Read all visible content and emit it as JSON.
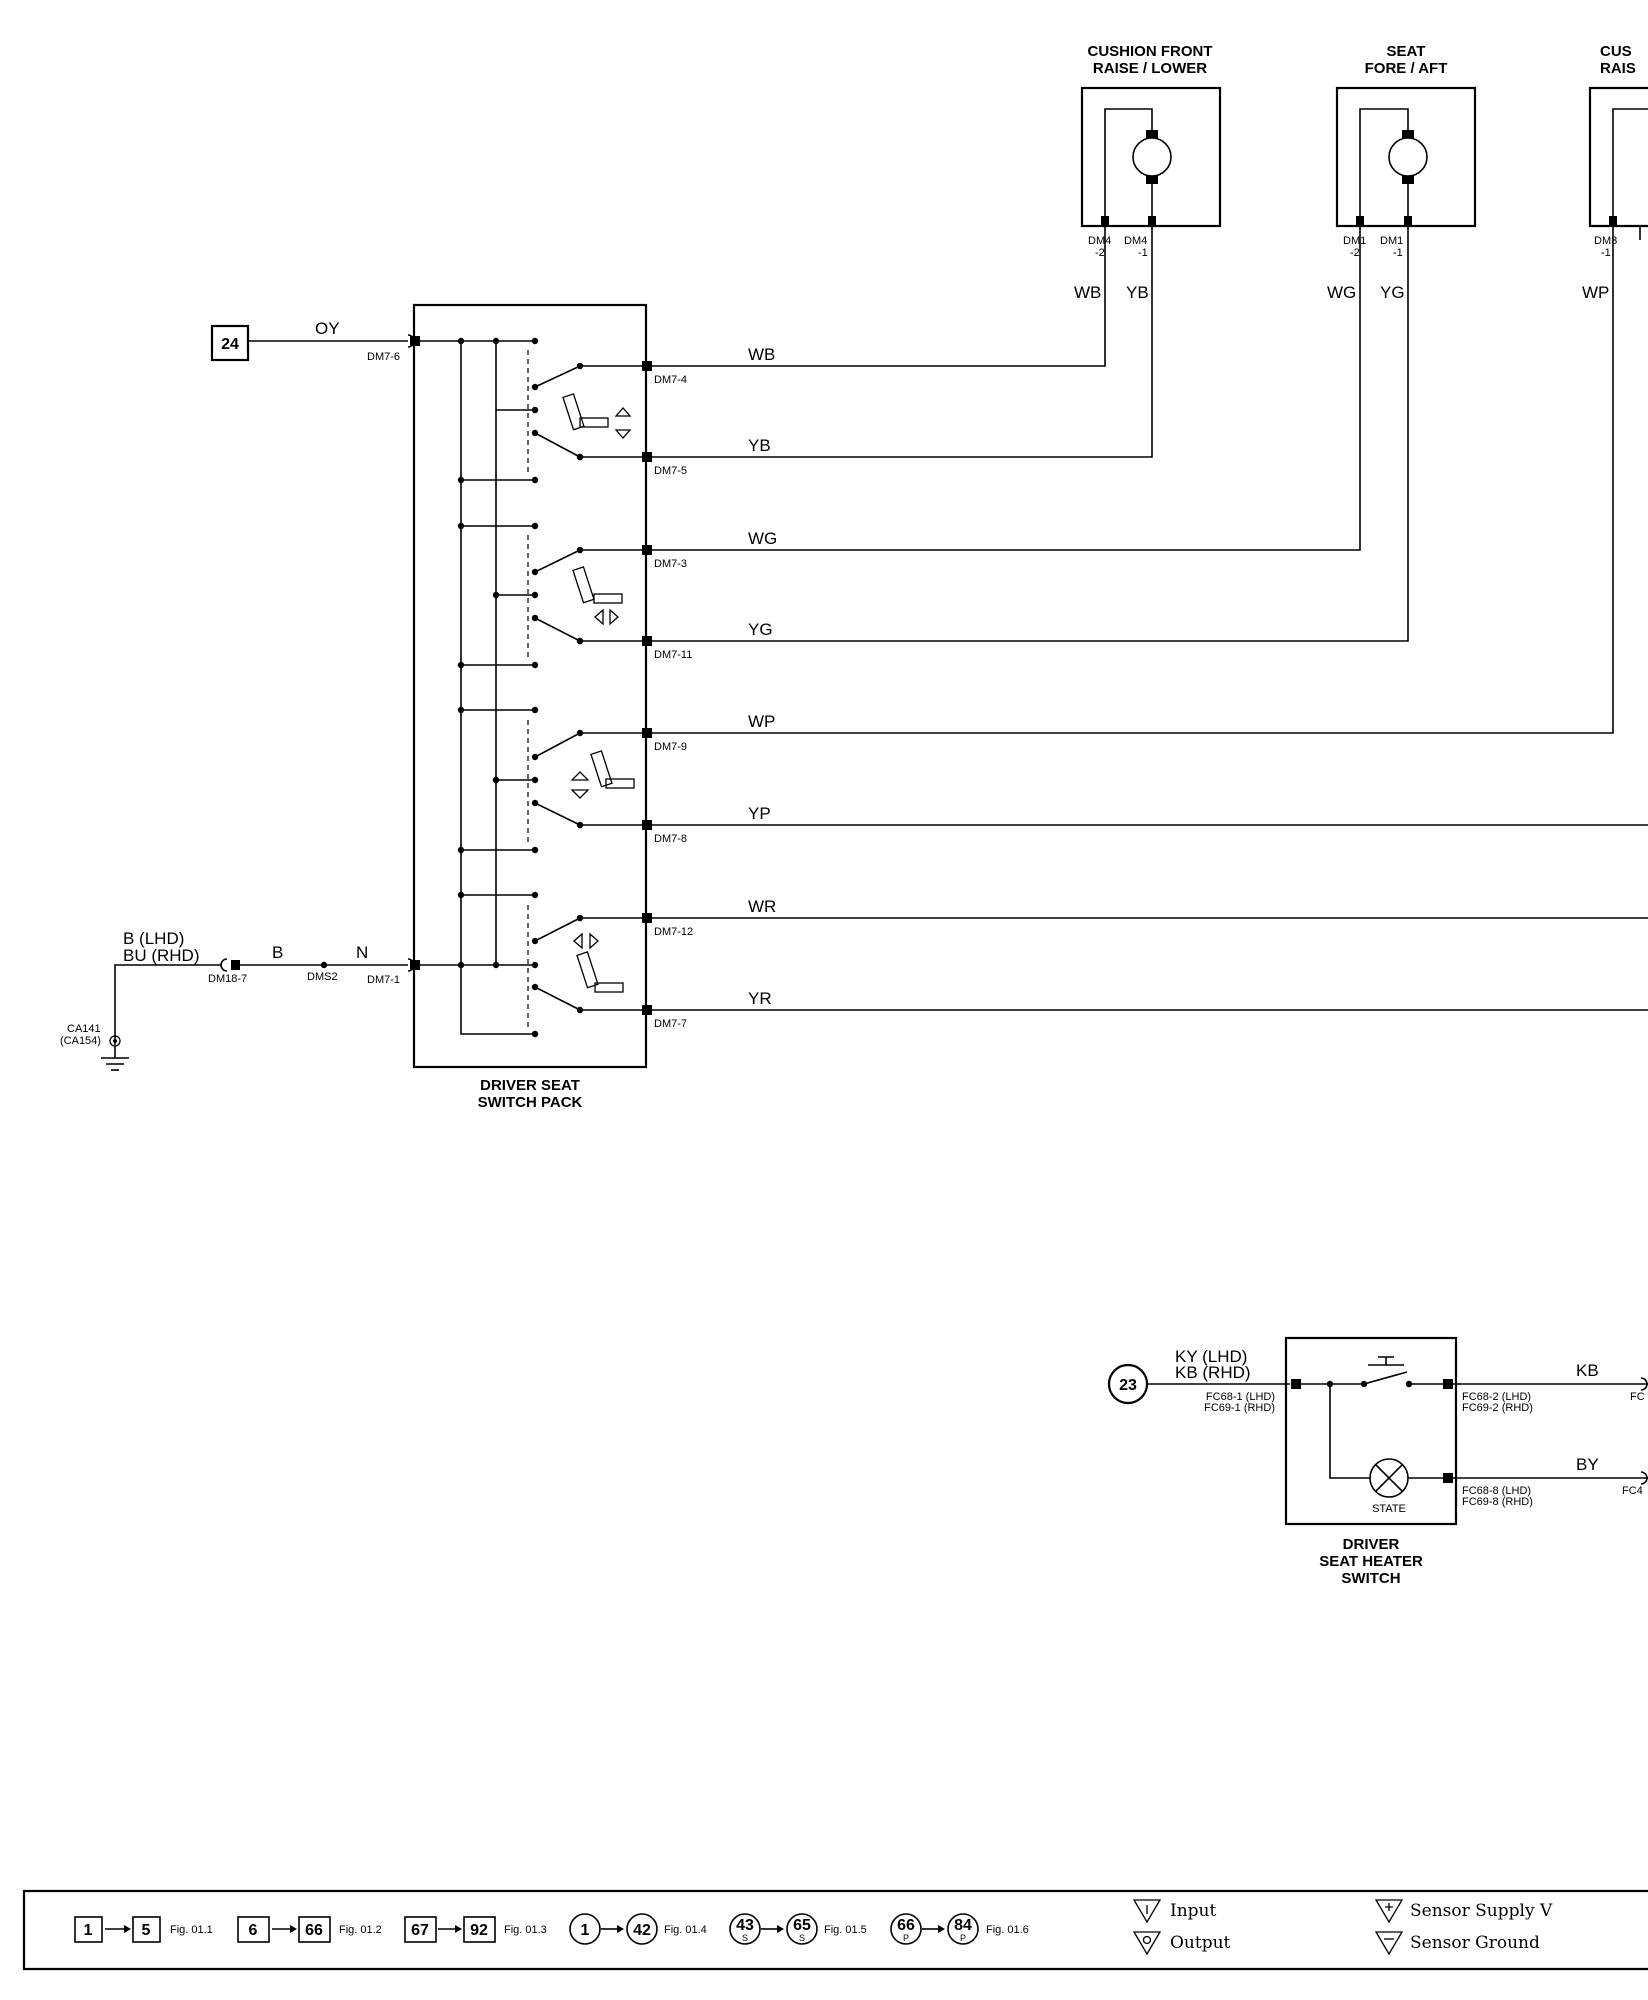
{
  "components": {
    "cushion_front_motor": {
      "line1": "CUSHION FRONT",
      "line2": "RAISE / LOWER",
      "pin_a": "DM4",
      "pin_a2": "-2",
      "pin_b": "DM4",
      "pin_b2": "-1",
      "wire_a": "WB",
      "wire_b": "YB"
    },
    "seat_fore_aft_motor": {
      "line1": "SEAT",
      "line2": "FORE / AFT",
      "pin_a": "DM1",
      "pin_a2": "-2",
      "pin_b": "DM1",
      "pin_b2": "-1",
      "wire_a": "WG",
      "wire_b": "YG"
    },
    "cushion_rear_motor": {
      "line1": "CUS",
      "line2": "RAIS",
      "pin_a": "DM3",
      "pin_a2": "-1",
      "wire_a": "WP"
    },
    "switch_pack": {
      "line1": "DRIVER SEAT",
      "line2": "SWITCH PACK"
    },
    "heater_switch": {
      "line1": "DRIVER",
      "line2": "SEAT HEATER",
      "line3": "SWITCH",
      "lamp_label": "STATE"
    }
  },
  "feeds": {
    "ref_24": "24",
    "wire_oy": "OY",
    "pin_dm7_6": "DM7-6",
    "pin_dm7_1": "DM7-1",
    "wire_n": "N",
    "wire_b": "B",
    "splice": "DMS2",
    "pin_dm18_7": "DM18-7",
    "ground_wire_lhd": "B (LHD)",
    "ground_wire_rhd": "BU (RHD)",
    "ground_lhd": "CA141",
    "ground_rhd": "(CA154)"
  },
  "outputs": [
    {
      "wire": "WB",
      "pin": "DM7-4"
    },
    {
      "wire": "YB",
      "pin": "DM7-5"
    },
    {
      "wire": "WG",
      "pin": "DM7-3"
    },
    {
      "wire": "YG",
      "pin": "DM7-11"
    },
    {
      "wire": "WP",
      "pin": "DM7-9"
    },
    {
      "wire": "YP",
      "pin": "DM7-8"
    },
    {
      "wire": "WR",
      "pin": "DM7-12"
    },
    {
      "wire": "YR",
      "pin": "DM7-7"
    }
  ],
  "heater": {
    "ref_23": "23",
    "in_wire_lhd": "KY (LHD)",
    "in_wire_rhd": "KB (RHD)",
    "in_pin_lhd": "FC68-1 (LHD)",
    "in_pin_rhd": "FC69-1 (RHD)",
    "out1_pin_lhd": "FC68-2 (LHD)",
    "out1_pin_rhd": "FC69-2 (RHD)",
    "out1_wire": "KB",
    "out1_cut": "FC",
    "out2_pin_lhd": "FC68-8 (LHD)",
    "out2_pin_rhd": "FC69-8 (RHD)",
    "out2_wire": "BY",
    "out2_cut": "FC4"
  },
  "legend": {
    "ranges": [
      {
        "from": "1",
        "to": "5",
        "fig": "Fig. 01.1",
        "shape": "square"
      },
      {
        "from": "6",
        "to": "66",
        "fig": "Fig. 01.2",
        "shape": "square"
      },
      {
        "from": "67",
        "to": "92",
        "fig": "Fig. 01.3",
        "shape": "square"
      },
      {
        "from": "1",
        "to": "42",
        "fig": "Fig. 01.4",
        "shape": "circle"
      },
      {
        "from": "43",
        "to": "65",
        "fig": "Fig. 01.5",
        "shape": "circle-s",
        "sub": "S"
      },
      {
        "from": "66",
        "to": "84",
        "fig": "Fig. 01.6",
        "shape": "circle-p",
        "sub": "P"
      }
    ],
    "input": "Input",
    "output": "Output",
    "sensor_supply": "Sensor Supply V",
    "sensor_ground": "Sensor Ground"
  }
}
